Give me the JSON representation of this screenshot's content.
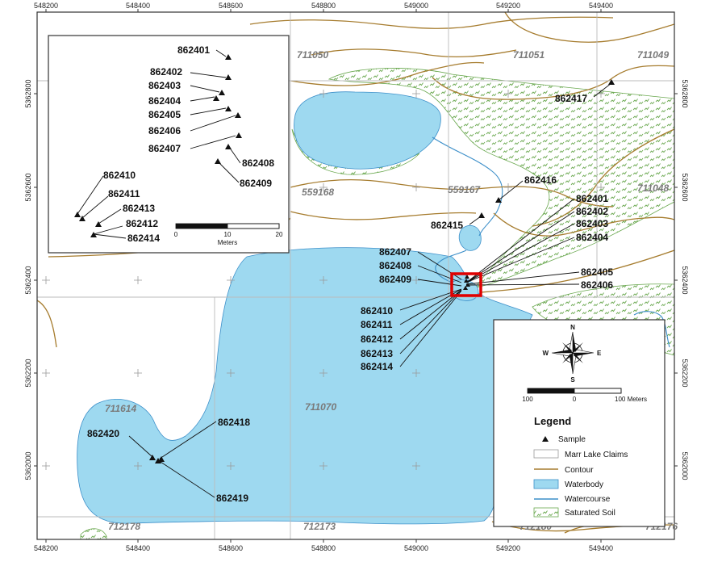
{
  "colors": {
    "water": "#9ed9f0",
    "contour": "#a67c2e",
    "watercourse": "#3c8fc9",
    "soil": "#6aa84f",
    "claim_line": "#bbbbbb",
    "frame": "#333333",
    "highlight": "#e00000"
  },
  "x_ticks": [
    "548200",
    "548400",
    "548600",
    "548800",
    "549000",
    "549200",
    "549400"
  ],
  "y_ticks": [
    "5362800",
    "5362600",
    "5362400",
    "5362200",
    "5362000"
  ],
  "claims": [
    "711050",
    "711051",
    "711049",
    "559168",
    "559167",
    "711048",
    "711614",
    "711070",
    "712178",
    "712173",
    "712180",
    "712176"
  ],
  "samples": {
    "s862401": "862401",
    "s862402": "862402",
    "s862403": "862403",
    "s862404": "862404",
    "s862405": "862405",
    "s862406": "862406",
    "s862407": "862407",
    "s862408": "862408",
    "s862409": "862409",
    "s862410": "862410",
    "s862411": "862411",
    "s862412": "862412",
    "s862413": "862413",
    "s862414": "862414",
    "s862415": "862415",
    "s862416": "862416",
    "s862417": "862417",
    "s862418": "862418",
    "s862419": "862419",
    "s862420": "862420"
  },
  "inset": {
    "scale_labels": [
      "0",
      "10",
      "20"
    ],
    "units": "Meters"
  },
  "compass": {
    "n": "N",
    "s": "S",
    "e": "E",
    "w": "W"
  },
  "main_scale": {
    "labels": [
      "100",
      "0",
      "100 Meters"
    ]
  },
  "legend": {
    "title": "Legend",
    "items": [
      {
        "label": "Sample",
        "icon": "triangle-icon"
      },
      {
        "label": "Marr Lake Claims",
        "icon": "claim-box-icon"
      },
      {
        "label": "Contour",
        "icon": "contour-line-icon"
      },
      {
        "label": "Waterbody",
        "icon": "waterbody-icon"
      },
      {
        "label": "Watercourse",
        "icon": "watercourse-line-icon"
      },
      {
        "label": "Saturated Soil",
        "icon": "soil-pattern-icon"
      }
    ]
  }
}
